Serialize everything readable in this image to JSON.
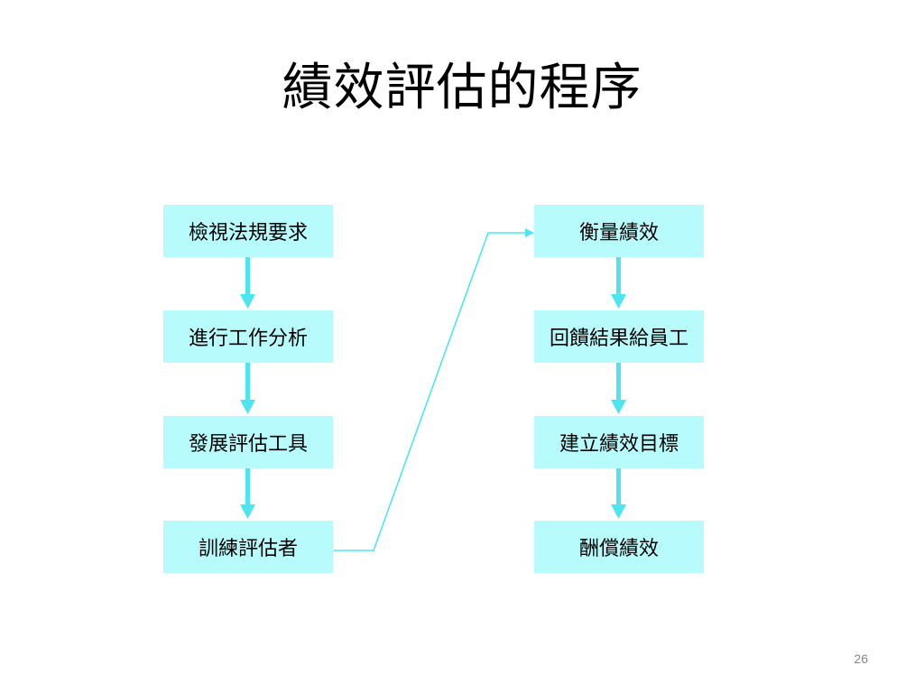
{
  "slide": {
    "title": "績效評估的程序",
    "page_number": "26"
  },
  "flow": {
    "left_column": [
      "檢視法規要求",
      "進行工作分析",
      "發展評估工具",
      "訓練評估者"
    ],
    "right_column": [
      "衡量績效",
      "回饋結果給員工",
      "建立績效目標",
      "酬償績效"
    ]
  },
  "colors": {
    "box_fill": "#b7fbfd",
    "arrow": "#4de6f0"
  }
}
